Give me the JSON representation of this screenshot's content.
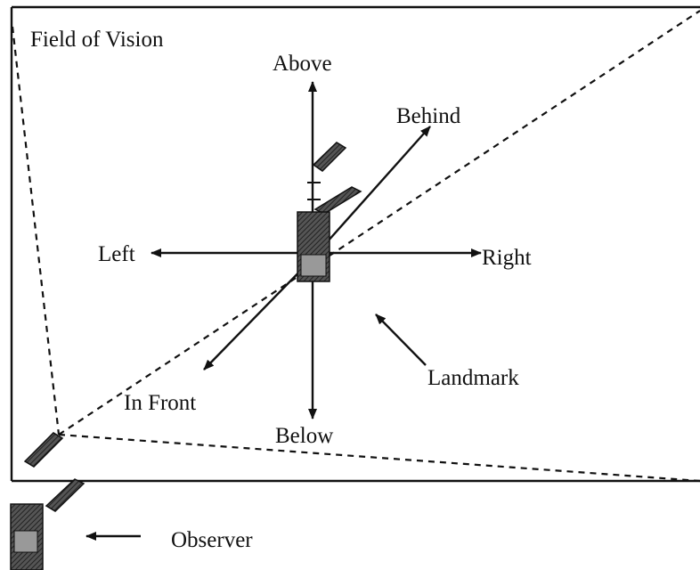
{
  "diagram": {
    "field_label": "Field of Vision",
    "directions": {
      "above": "Above",
      "below": "Below",
      "left": "Left",
      "right": "Right",
      "behind": "Behind",
      "in_front": "In Front"
    },
    "landmark_label": "Landmark",
    "observer_label": "Observer"
  }
}
